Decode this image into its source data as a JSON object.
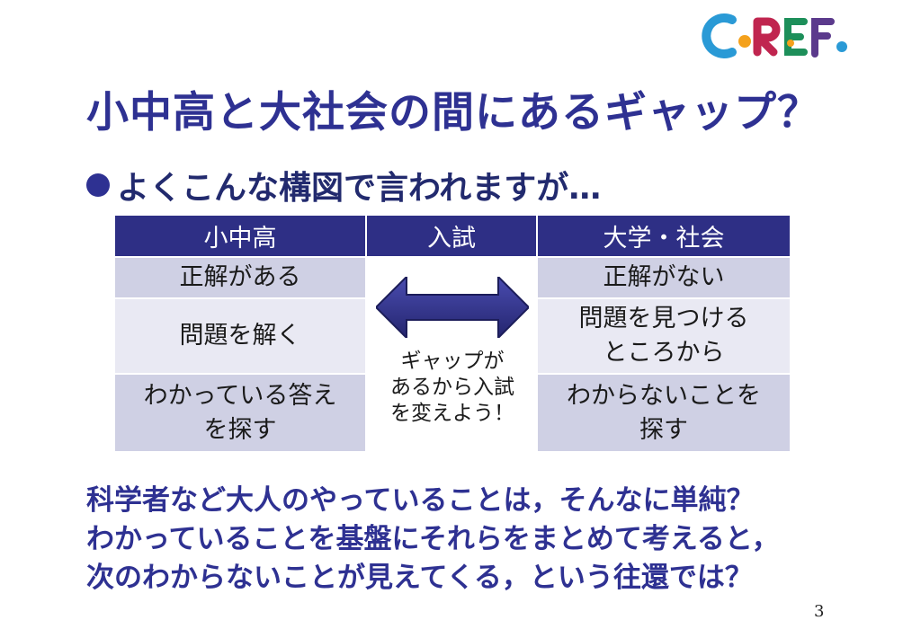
{
  "logo": {
    "text": "CoREF"
  },
  "title": "小中高と大社会の間にあるギャップ？",
  "bullet": {
    "text": "よくこんな構図で言われますが…"
  },
  "table": {
    "headers": [
      "小中高",
      "入試",
      "大学・社会"
    ],
    "left": [
      "正解がある",
      "問題を解く",
      "わかっている答え\nを探す"
    ],
    "right": [
      "正解がない",
      "問題を見つける\nところから",
      "わからないことを\n探す"
    ],
    "middle_note": "ギャップが\nあるから入試\nを変えよう！"
  },
  "conclusion": [
    "科学者など大人のやっていることは，そんなに単純？",
    "わかっていることを基盤にそれらをまとめて考えると，",
    "次のわからないことが見えてくる，という往還では？"
  ],
  "page_number": "3",
  "colors": {
    "accent": "#2e3192",
    "header_bg": "#2e2f85",
    "row_dark": "#cfd0e4",
    "row_light": "#e9e9f3"
  }
}
